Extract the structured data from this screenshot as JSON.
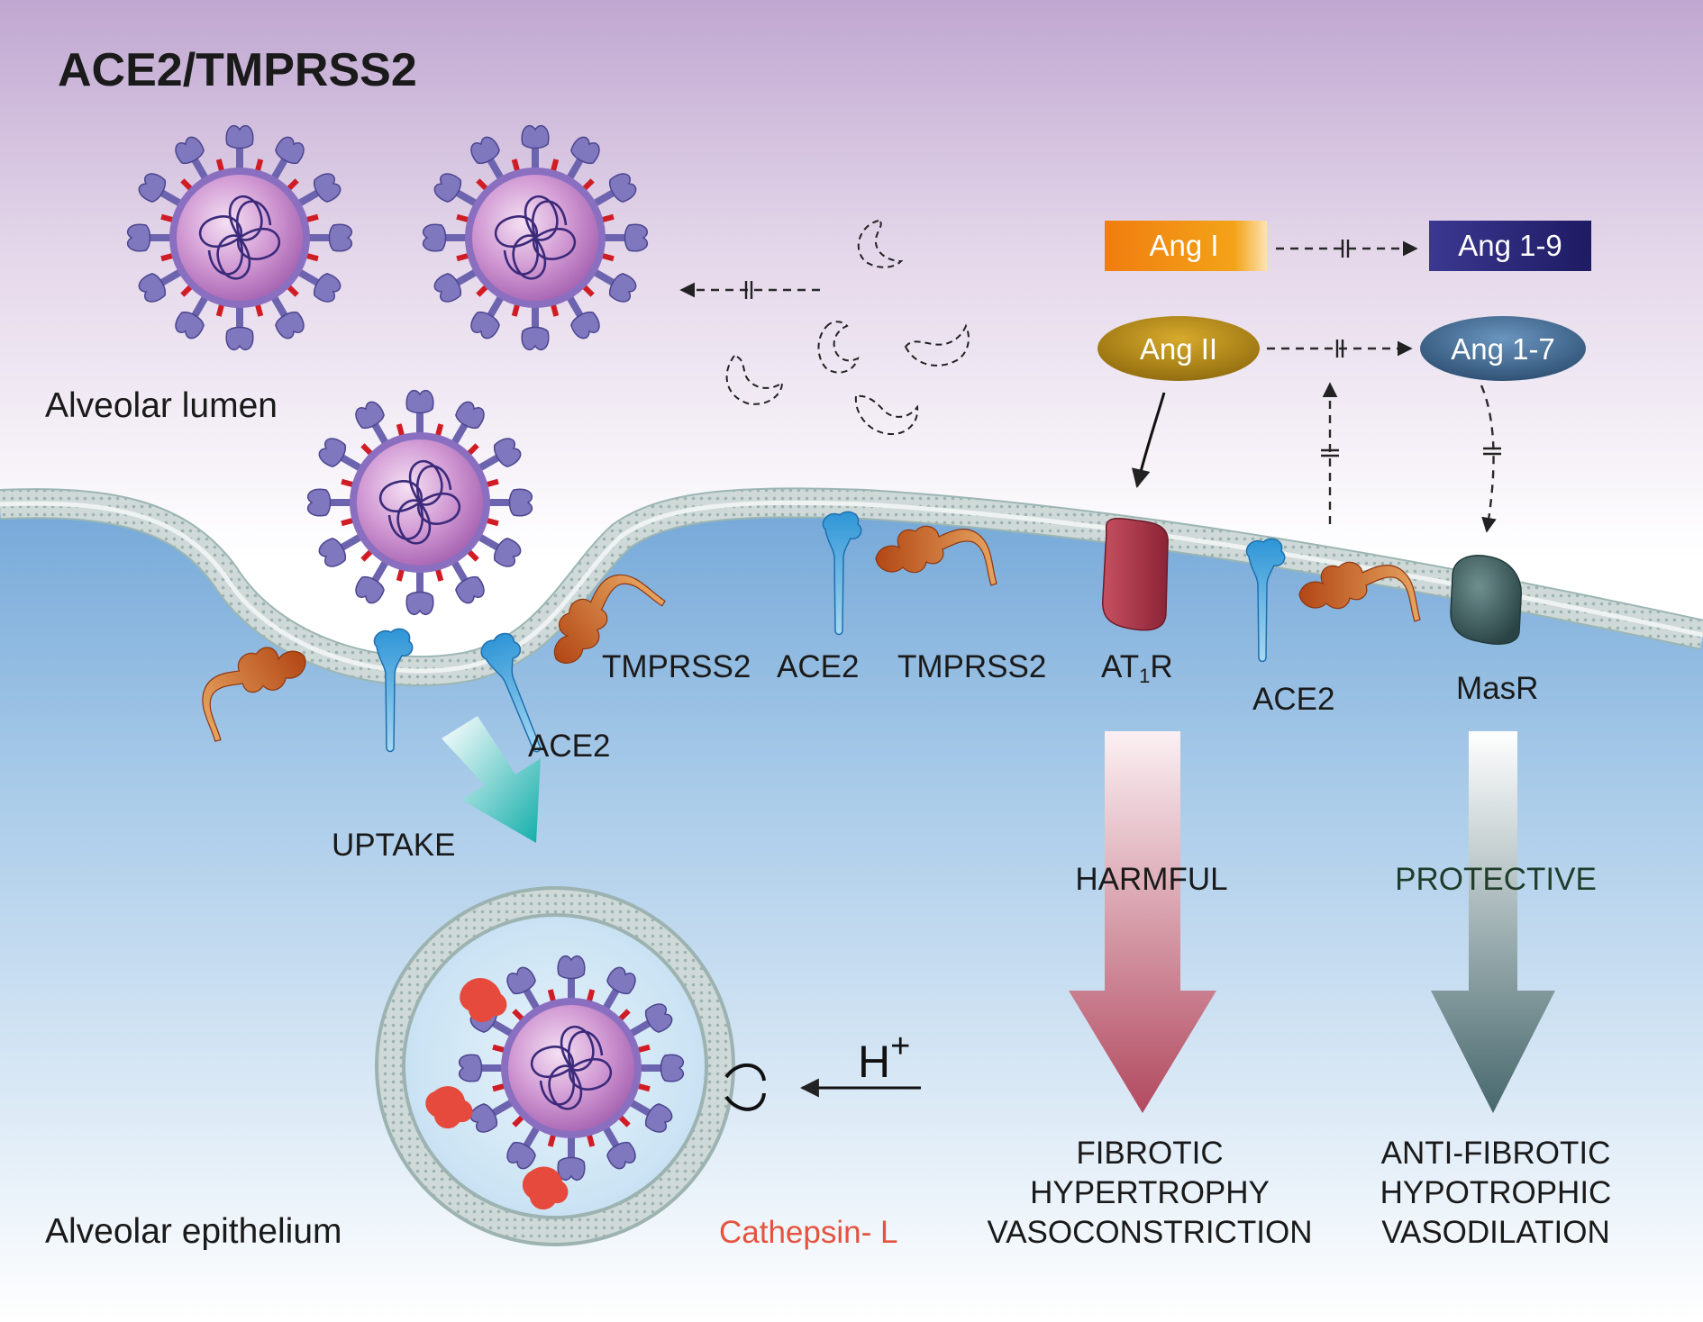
{
  "title": "ACE2/TMPRSS2",
  "regions": {
    "lumen": "Alveolar lumen",
    "epithelium": "Alveolar epithelium"
  },
  "membrane_labels": {
    "tmprss2_a": "TMPRSS2",
    "ace2_a": "ACE2",
    "tmprss2_b": "TMPRSS2",
    "at1r_prefix": "AT",
    "at1r_sub": "1",
    "at1r_suffix": "R",
    "ace2_b": "ACE2",
    "masr": "MasR",
    "ace2_pit": "ACE2"
  },
  "peptides": {
    "ang1": "Ang I",
    "ang19": "Ang 1-9",
    "ang2": "Ang II",
    "ang17": "Ang 1-7"
  },
  "uptake": "UPTAKE",
  "proton": {
    "base": "H",
    "sup": "+"
  },
  "cathepsin": "Cathepsin- L",
  "effects": {
    "harmful": "HARMFUL",
    "protective": "PROTECTIVE",
    "harmful_outcomes": [
      "FIBROTIC",
      "HYPERTROPHY",
      "VASOCONSTRICTION"
    ],
    "protective_outcomes": [
      "ANTI-FIBROTIC",
      "HYPOTROPHIC",
      "VASODILATION"
    ]
  },
  "colors": {
    "lumen_top": "#c1a9d2",
    "cell_blue": "#7fb0dc",
    "virus_core": "#c07ccb",
    "spike": "#7f78bf",
    "ang1": "#f0940e",
    "ang19": "#2d2a7a",
    "ang2": "#b58a16",
    "ang17": "#3c6a95",
    "at1r": "#a83849",
    "masr": "#3e5f60",
    "harmful_arrow": "#b54a60",
    "protective_arrow": "#4f7478",
    "cathepsin": "#e5533f",
    "uptake_arrow": "#1fb2b0"
  }
}
